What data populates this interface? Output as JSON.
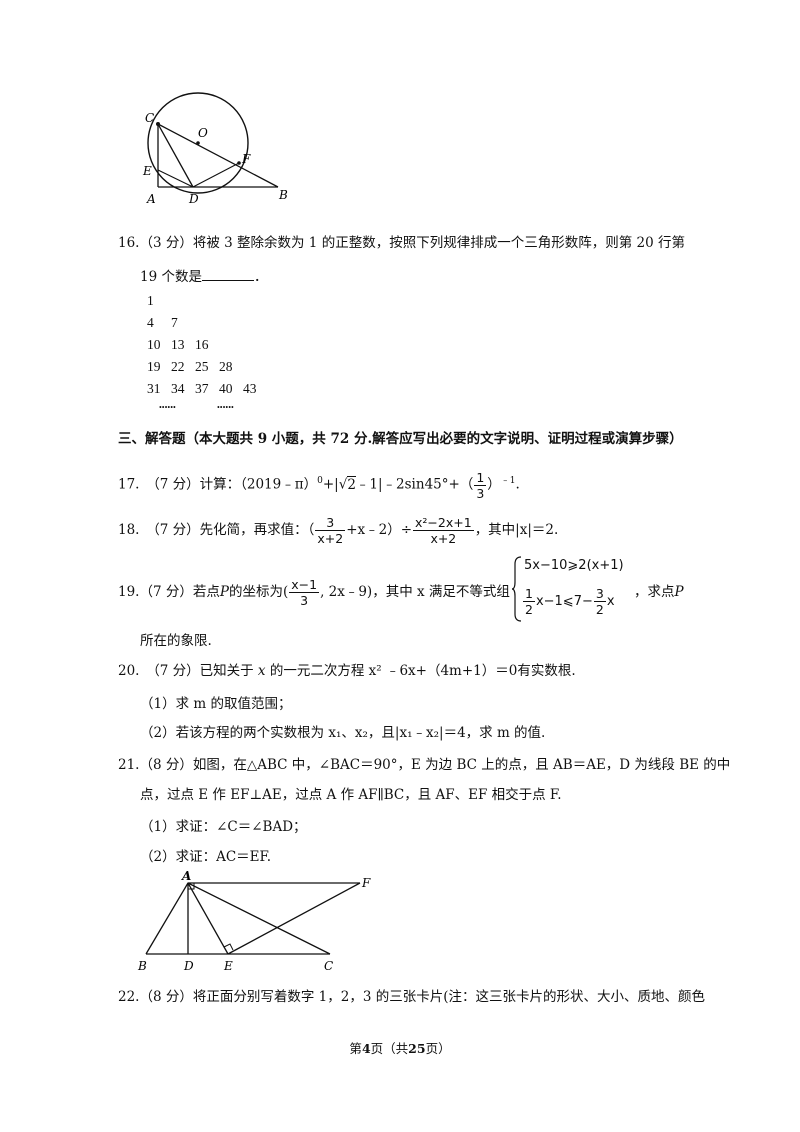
{
  "figure1": {
    "labels": {
      "C": "C",
      "O": "O",
      "F": "F",
      "E": "E",
      "A": "A",
      "D": "D",
      "B": "B"
    }
  },
  "q16": {
    "line1": "16.（3 分）将被 3 整除余数为 1 的正整数，按照下列规律排成一个三角形数阵，则第 20 行第",
    "line2_prefix": "19 个数是",
    "line2_suffix": "．",
    "rows": [
      [
        "1"
      ],
      [
        "4",
        "7"
      ],
      [
        "10",
        "13",
        "16"
      ],
      [
        "19",
        "22",
        "25",
        "28"
      ],
      [
        "31",
        "34",
        "37",
        "40",
        "43"
      ]
    ],
    "dots": [
      "••••••",
      "••••••"
    ]
  },
  "section3": {
    "title": "三、解答题（本大题共 9 小题，共 72 分.解答应写出必要的文字说明、证明过程或演算步骤）"
  },
  "q17": {
    "prefix": "17.　（7 分）计算：（2019﹣π）",
    "exp0": "0",
    "mid1": "+|",
    "sqrt2": "2",
    "mid2": "﹣1|﹣2sin45°+（",
    "frac_num": "1",
    "frac_den": "3",
    "mid3": "）",
    "exp1": "﹣1",
    "suffix": "."
  },
  "q18": {
    "prefix": "18.　（7 分）先化简，再求值：（",
    "f1_num": "3",
    "f1_den": "x+2",
    "mid1": "+x﹣2）÷",
    "f2_num": "x²−2x+1",
    "f2_den": "x+2",
    "suffix": "，其中|x|＝2."
  },
  "q19": {
    "prefix": "19.（7 分）若点",
    "P": "P",
    "mid1": "的坐标为(",
    "f_num": "x−1",
    "f_den": "3",
    "mid2": ", 2x﹣9)，其中 x 满足不等式组",
    "ineq1": "5x−10⩾2(x+1)",
    "ineq2_a_num": "1",
    "ineq2_a_den": "2",
    "ineq2_mid": "x−1⩽7−",
    "ineq2_b_num": "3",
    "ineq2_b_den": "2",
    "ineq2_end": "x",
    "suffix": "，求点",
    "P2": "P",
    "line2": "所在的象限."
  },
  "q20": {
    "line1_a": "20.　（7 分）已知关于",
    "line1_x": "x",
    "line1_b": "的一元二次方程",
    "line1_eq": "x² ﹣6x+（4m+1）＝0",
    "line1_c": "有实数根.",
    "sub1": "（1）求 m 的取值范围；",
    "sub2": "（2）若该方程的两个实数根为 x₁、x₂，且|x₁﹣x₂|＝4，求 m 的值."
  },
  "q21": {
    "line1": "21.（8 分）如图，在△ABC 中，∠BAC＝90°，E 为边 BC 上的点，且 AB＝AE，D 为线段 BE 的中",
    "line2": "点，过点 E 作 EF⊥AE，过点 A 作 AF∥BC，且 AF、EF 相交于点 F.",
    "sub1": "（1）求证：∠C＝∠BAD；",
    "sub2": "（2）求证：AC＝EF."
  },
  "figure2": {
    "labels": {
      "A": "A",
      "F": "F",
      "B": "B",
      "D": "D",
      "E": "E",
      "C": "C"
    }
  },
  "q22": {
    "line1": "22.（8 分）将正面分别写着数字 1，2，3 的三张卡片(注：这三张卡片的形状、大小、质地、颜色"
  },
  "footer": {
    "pre": "第",
    "page": "4",
    "mid": "页（共",
    "total": "25",
    "post": "页）"
  }
}
